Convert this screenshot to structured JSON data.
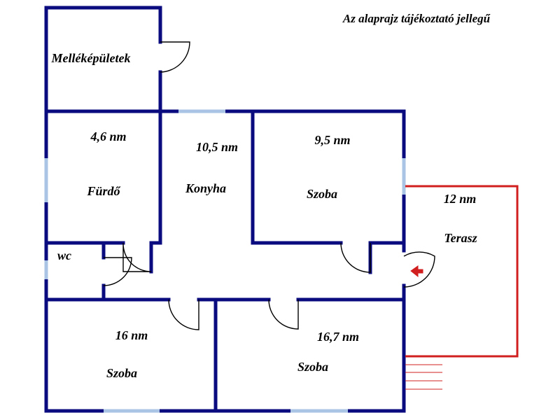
{
  "note": "Az alaprajz tájékoztató jellegű",
  "colors": {
    "wall": "#0b0b80",
    "window": "#a9c4e4",
    "terrace": "#d11f1f",
    "door": "#000000"
  },
  "rooms": {
    "outbuilding": {
      "name": "Melléképületek"
    },
    "bathroom": {
      "name": "Fürdő",
      "area": "4,6 nm"
    },
    "kitchen": {
      "name": "Konyha",
      "area": "10,5 nm"
    },
    "room_top": {
      "name": "Szoba",
      "area": "9,5 nm"
    },
    "wc": {
      "name": "wc"
    },
    "room_bottom_left": {
      "name": "Szoba",
      "area": "16 nm"
    },
    "room_bottom_right": {
      "name": "Szoba",
      "area": "16,7 nm"
    },
    "terrace": {
      "name": "Terasz",
      "area": "12 nm"
    }
  },
  "icons": {
    "entrance": "arrow-left-icon"
  }
}
